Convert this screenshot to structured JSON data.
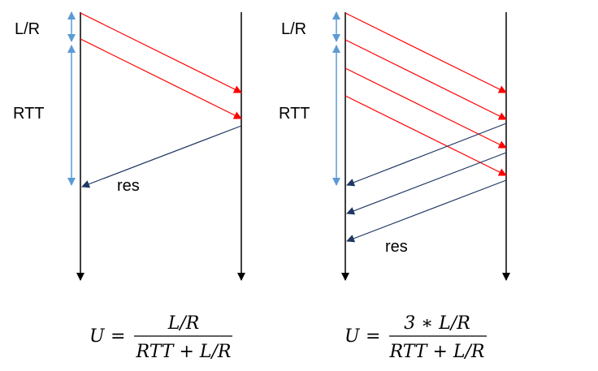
{
  "colors": {
    "send": "#ff0000",
    "response": "#1f3864",
    "timeline": "#000000",
    "interval": "#5b9bd5"
  },
  "left_panel": {
    "label_lr": "L/R",
    "label_rtt": "RTT",
    "label_res": "res",
    "formula": {
      "lhs": "U",
      "eq": "=",
      "numerator": "L/R",
      "denominator": "RTT + L/R"
    }
  },
  "right_panel": {
    "label_lr": "L/R",
    "label_rtt": "RTT",
    "label_res": "res",
    "formula": {
      "lhs": "U",
      "eq": "=",
      "numerator": "3 ∗ L/R",
      "denominator": "RTT + L/R"
    }
  }
}
